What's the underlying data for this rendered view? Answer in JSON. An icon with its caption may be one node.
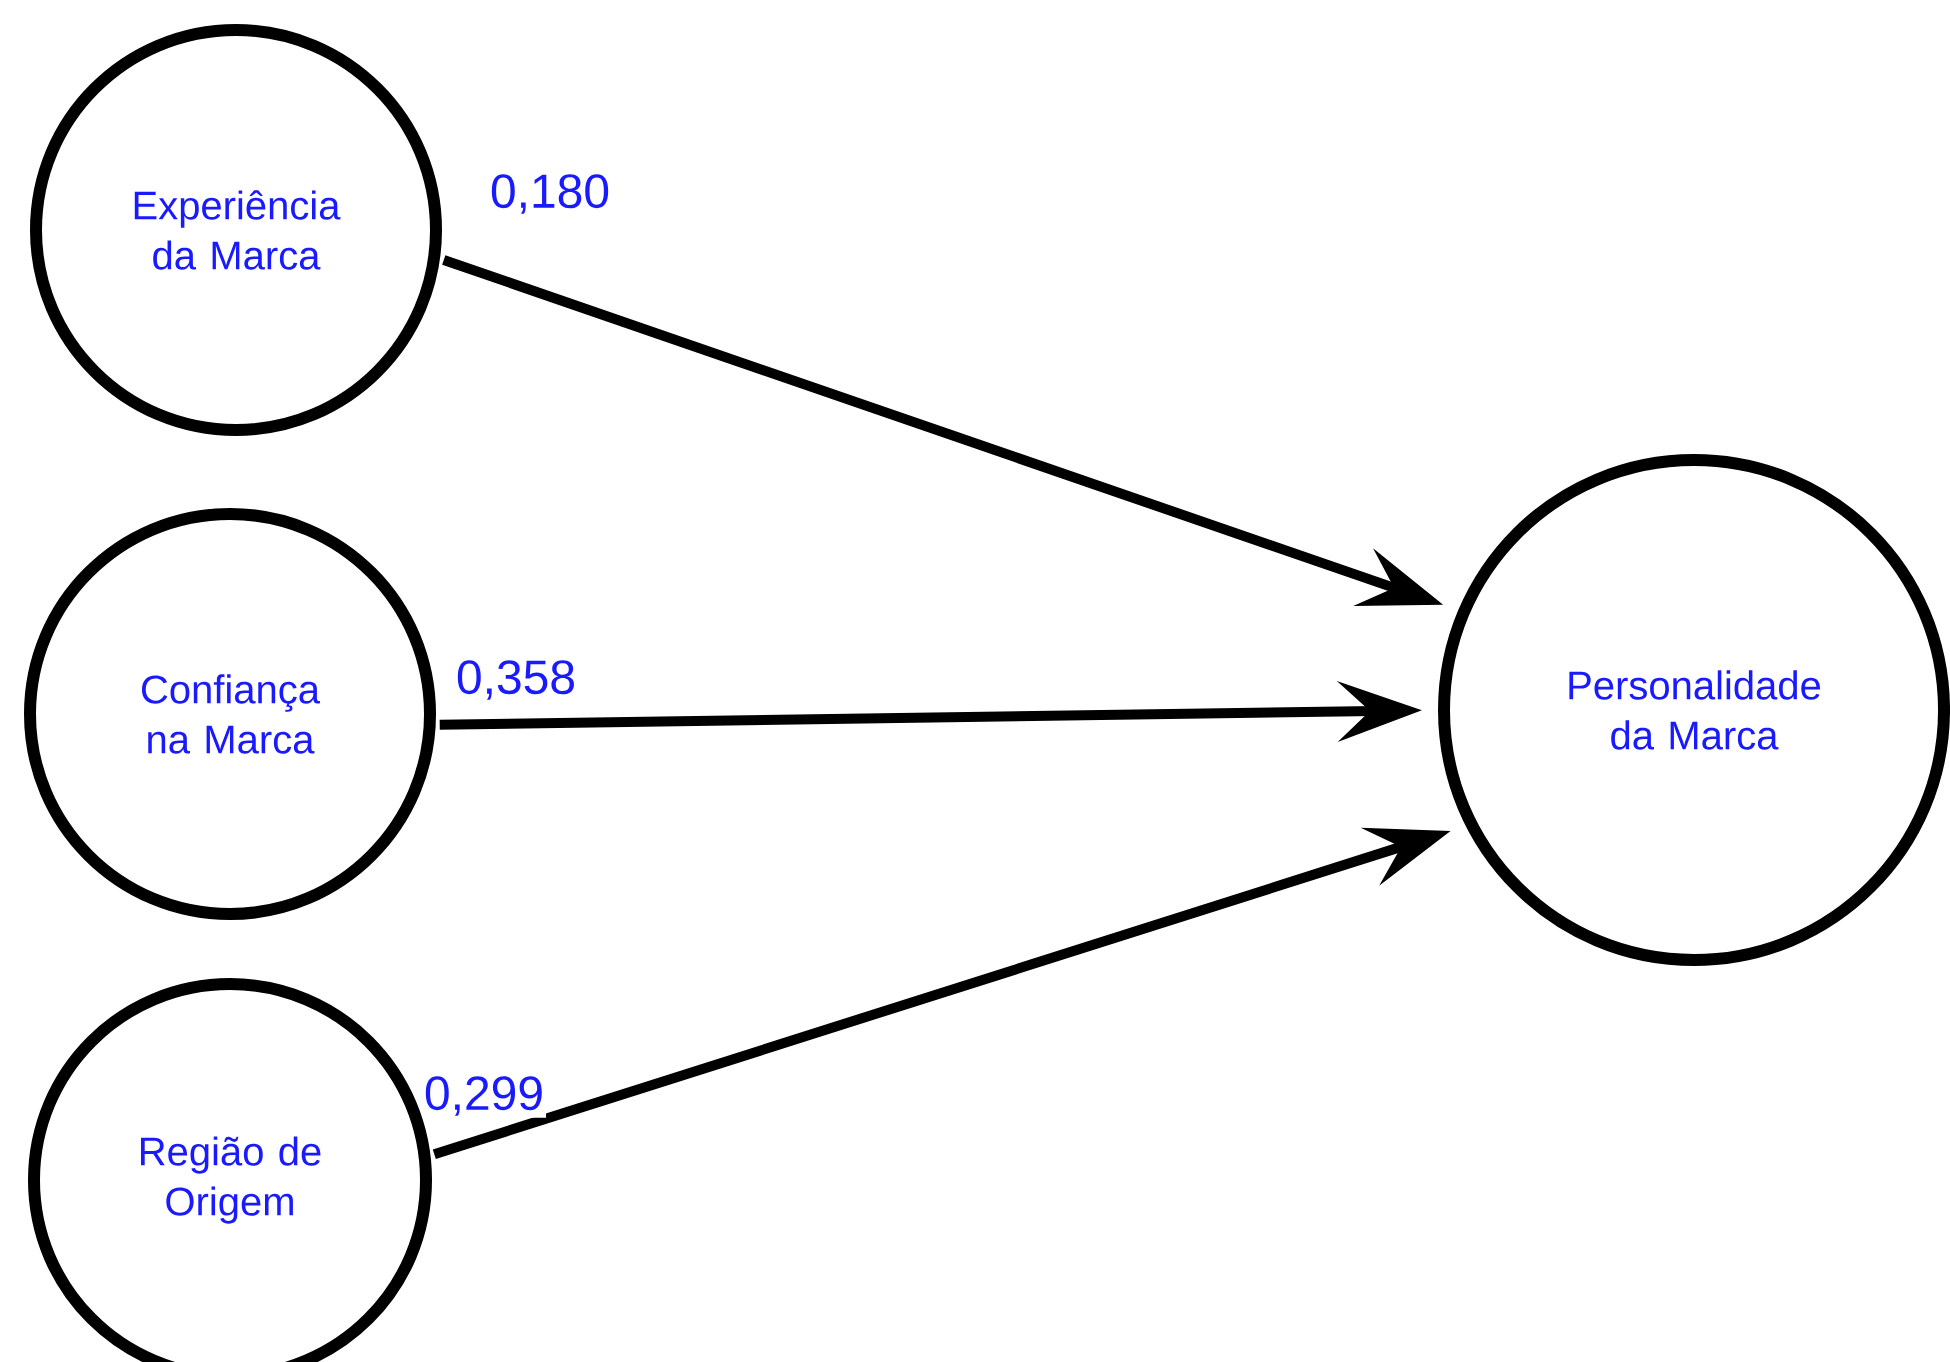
{
  "diagram": {
    "nodes": [
      {
        "text": [
          "Experiência da Marca"
        ]
      },
      {
        "text": [
          "Confiança na Marca"
        ]
      },
      {
        "text": [
          "Região de Origem"
        ]
      },
      {
        "text": [
          "Personalidade da Marca"
        ]
      }
    ],
    "edges": [
      {
        "from": 0,
        "to": 3,
        "arrow": "to",
        "label": "0,180"
      },
      {
        "from": 1,
        "to": 3,
        "arrow": "to",
        "label": "0,358"
      },
      {
        "from": 2,
        "to": 3,
        "arrow": "to",
        "label": "0,299"
      }
    ]
  }
}
